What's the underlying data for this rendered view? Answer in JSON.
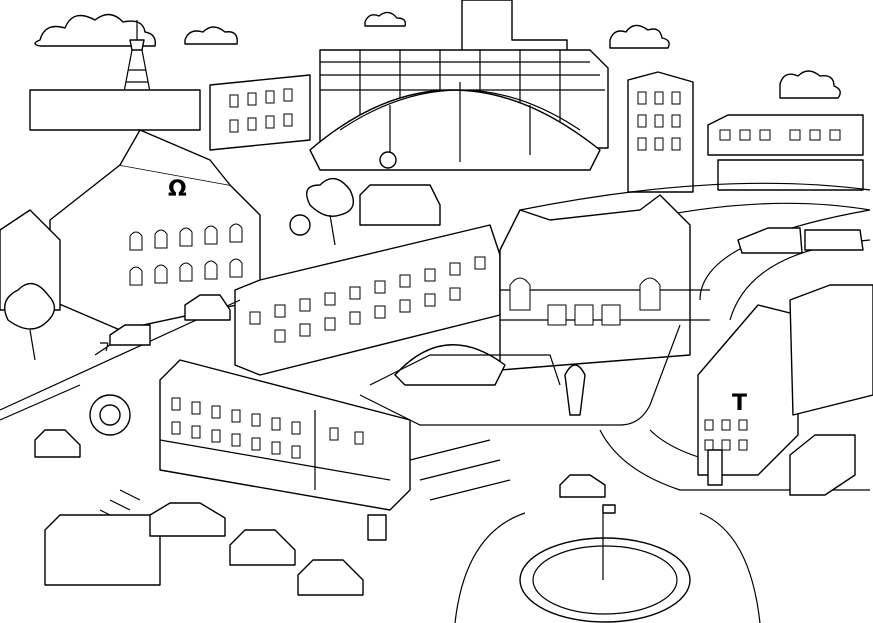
{
  "scene": {
    "style": "black-and-white line drawing (coloring page)",
    "background_color": "#ffffff",
    "line_color": "#000000",
    "signs": {
      "building_letter": "T",
      "building_emblem": "Ω"
    }
  }
}
